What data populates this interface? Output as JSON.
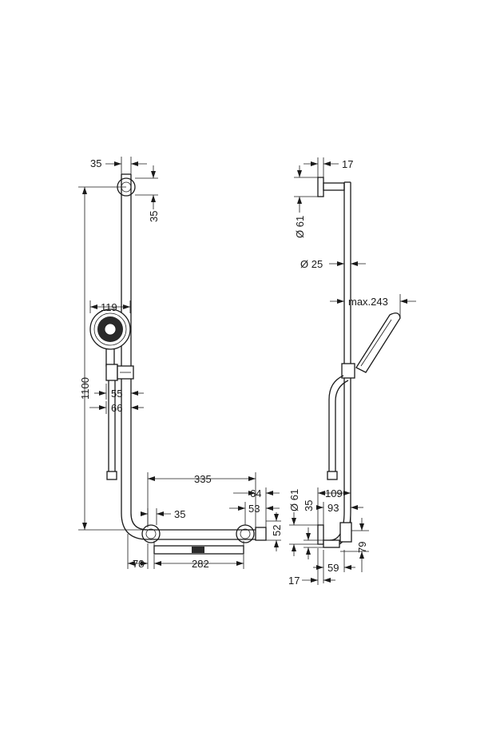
{
  "front_view": {
    "dim_35_top": "35",
    "dim_35_vertical": "35",
    "dim_1100": "1100",
    "dim_119": "119",
    "dim_55": "55",
    "dim_66": "66",
    "dim_335": "335",
    "dim_64": "64",
    "dim_53": "53",
    "dim_35_bottom": "35",
    "dim_52": "52",
    "dim_78": "78",
    "dim_282": "282"
  },
  "side_view": {
    "dim_17_top": "17",
    "dim_dia_61_top": "Ø 61",
    "dim_dia_25": "Ø 25",
    "dim_max_243": "max.243",
    "dim_dia_61_bottom": "Ø 61",
    "dim_35": "35",
    "dim_109": "109",
    "dim_93": "93",
    "dim_79": "79",
    "dim_59": "59",
    "dim_17_bottom": "17"
  }
}
